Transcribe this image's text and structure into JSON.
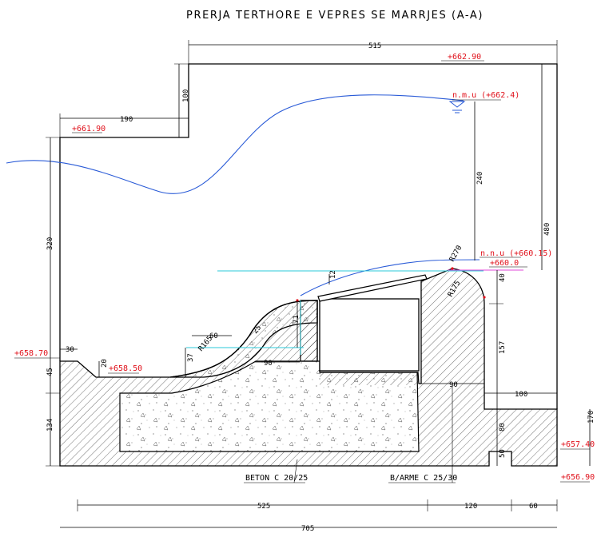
{
  "title": "PRERJA TERTHORE E VEPRES SE MARRJES (A-A)",
  "elevations": {
    "e662_90": "+662.90",
    "e661_90": "+661.90",
    "nmu_upper": "n.m.u (+662.4)",
    "nmu_lower": "n.n.u (+660.15)",
    "e660_0": "+660.0",
    "e658_70": "+658.70",
    "e658_50": "+658.50",
    "e657_40": "+657.40",
    "e656_90": "+656.90"
  },
  "dimensions": {
    "d515": "515",
    "d100_top": "100",
    "d190": "190",
    "d320": "320",
    "d240": "240",
    "d480": "480",
    "d270": "R270",
    "d12": "12",
    "d40": "40",
    "d175": "R175",
    "d157": "157",
    "d30": "30",
    "d20": "20",
    "d45": "45",
    "d134": "134",
    "d37": "37",
    "d60_mid": "60",
    "d165": "R165",
    "d25": "25",
    "d71": "71",
    "d90_mid": "90",
    "d90_right": "90",
    "d100_right": "100",
    "d80": "80",
    "d50": "50",
    "d525": "525",
    "d120": "120",
    "d60_bot": "60",
    "d705": "705",
    "d170": "170"
  },
  "labels": {
    "beton": "BETON C 20/25",
    "barme": "B/ARME C 25/30"
  },
  "colors": {
    "water": "#2a5bd7",
    "cyan": "#29c9d8",
    "magenta": "#e04ad8",
    "red": "#e0101a",
    "outline": "#000000"
  }
}
